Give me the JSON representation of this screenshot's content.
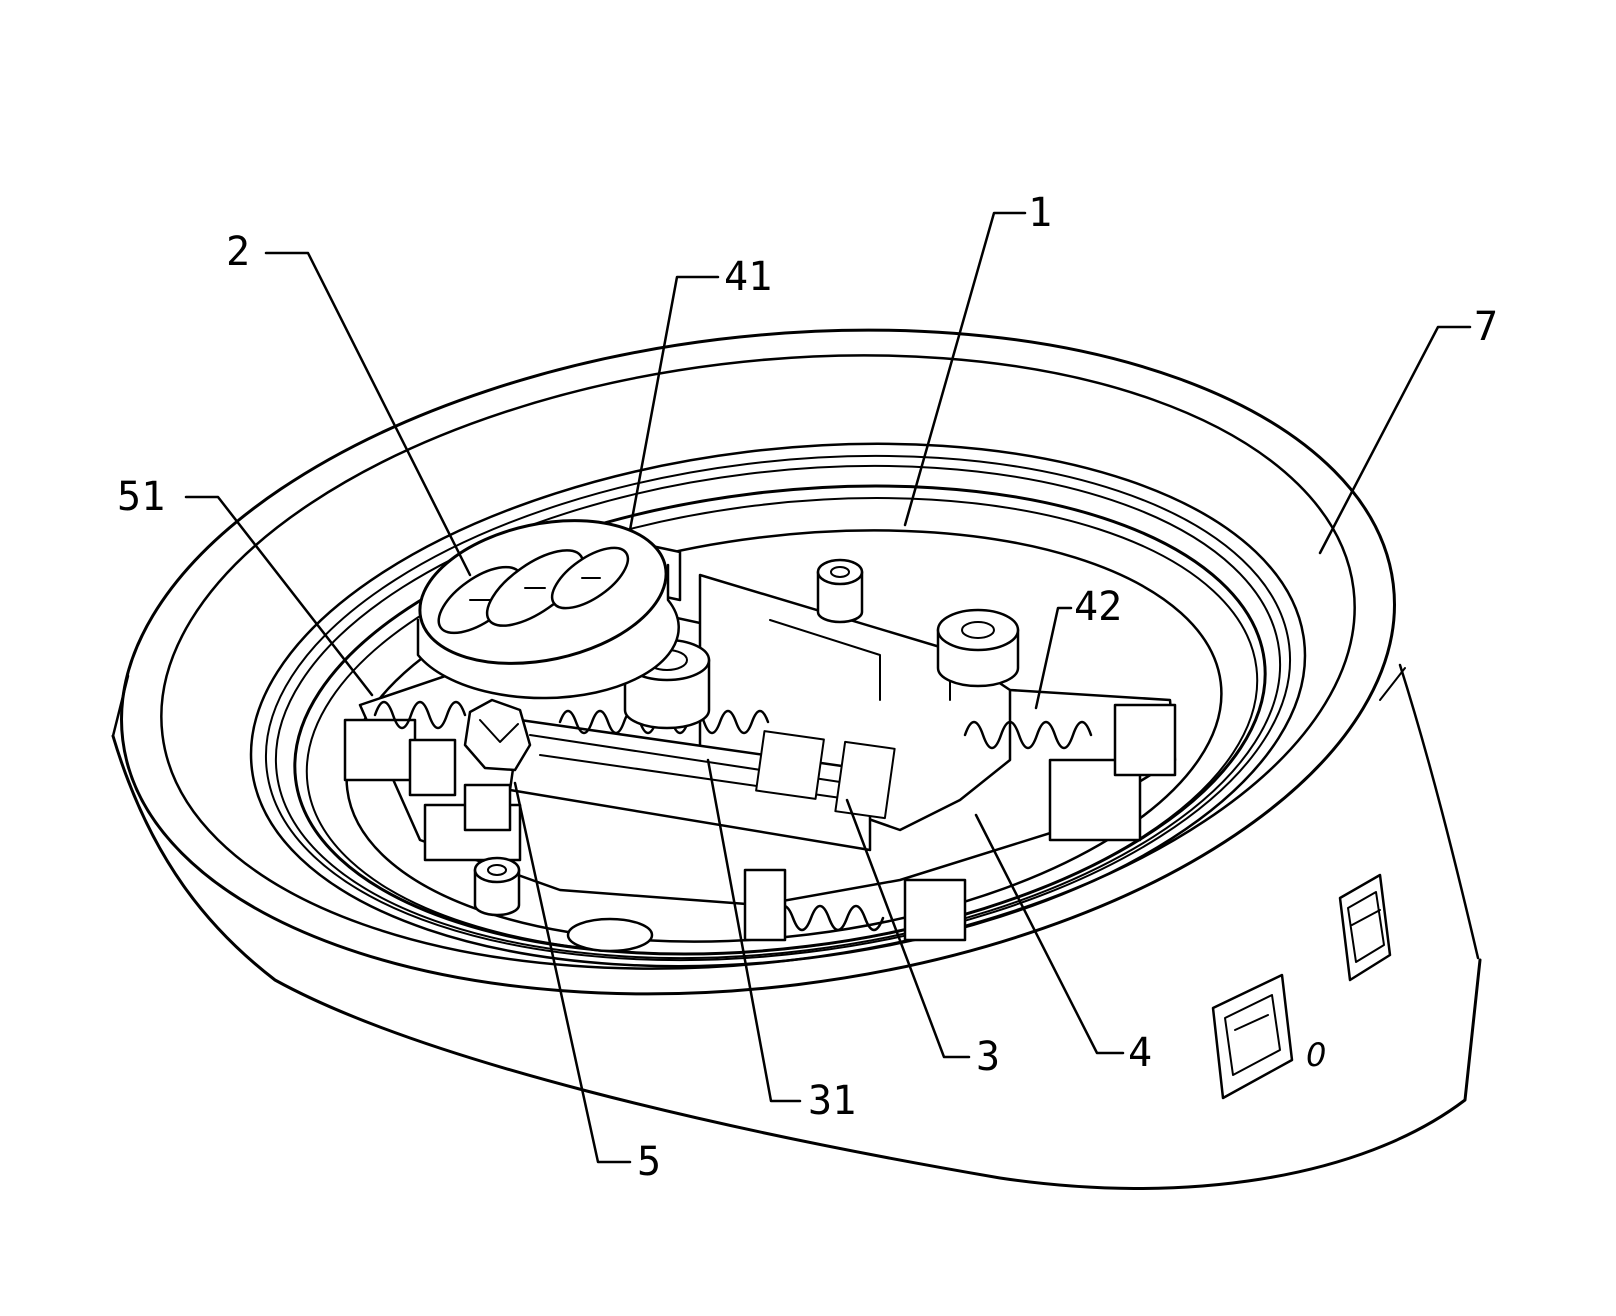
{
  "labels": {
    "l1": "1",
    "l2": "2",
    "l41": "41",
    "l7": "7",
    "l51": "51",
    "l42": "42",
    "l3": "3",
    "l4": "4",
    "l31": "31",
    "l5": "5"
  },
  "housing_marking": "0",
  "colors": {
    "line": "#000000",
    "background": "#ffffff"
  }
}
